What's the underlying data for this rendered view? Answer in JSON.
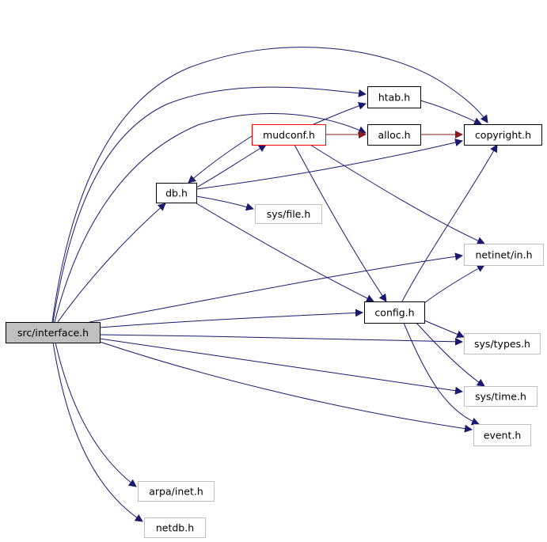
{
  "graph": {
    "colors": {
      "edge": "#191970",
      "edge_alt": "#8b1a1a",
      "border_default": "#000000",
      "border_system": "#bfbfbf",
      "border_highlight": "#ff0000",
      "fill_root": "#bfbfbf",
      "fill_default": "#ffffff"
    },
    "nodes": [
      {
        "id": "src_interface_h",
        "label": "src/interface.h",
        "style": "root"
      },
      {
        "id": "db_h",
        "label": "db.h",
        "style": "default"
      },
      {
        "id": "mudconf_h",
        "label": "mudconf.h",
        "style": "highlight"
      },
      {
        "id": "htab_h",
        "label": "htab.h",
        "style": "default"
      },
      {
        "id": "alloc_h",
        "label": "alloc.h",
        "style": "default"
      },
      {
        "id": "copyright_h",
        "label": "copyright.h",
        "style": "default"
      },
      {
        "id": "sys_file_h",
        "label": "sys/file.h",
        "style": "system"
      },
      {
        "id": "netinet_in_h",
        "label": "netinet/in.h",
        "style": "system"
      },
      {
        "id": "config_h",
        "label": "config.h",
        "style": "default"
      },
      {
        "id": "sys_types_h",
        "label": "sys/types.h",
        "style": "system"
      },
      {
        "id": "sys_time_h",
        "label": "sys/time.h",
        "style": "system"
      },
      {
        "id": "event_h",
        "label": "event.h",
        "style": "system"
      },
      {
        "id": "arpa_inet_h",
        "label": "arpa/inet.h",
        "style": "system"
      },
      {
        "id": "netdb_h",
        "label": "netdb.h",
        "style": "system"
      }
    ],
    "edges": [
      {
        "from": "src_interface_h",
        "to": "copyright_h"
      },
      {
        "from": "src_interface_h",
        "to": "htab_h"
      },
      {
        "from": "src_interface_h",
        "to": "alloc_h"
      },
      {
        "from": "src_interface_h",
        "to": "db_h"
      },
      {
        "from": "src_interface_h",
        "to": "netinet_in_h"
      },
      {
        "from": "src_interface_h",
        "to": "config_h"
      },
      {
        "from": "src_interface_h",
        "to": "sys_types_h"
      },
      {
        "from": "src_interface_h",
        "to": "sys_time_h"
      },
      {
        "from": "src_interface_h",
        "to": "event_h"
      },
      {
        "from": "src_interface_h",
        "to": "arpa_inet_h"
      },
      {
        "from": "src_interface_h",
        "to": "netdb_h"
      },
      {
        "from": "db_h",
        "to": "mudconf_h"
      },
      {
        "from": "db_h",
        "to": "copyright_h"
      },
      {
        "from": "db_h",
        "to": "sys_file_h"
      },
      {
        "from": "db_h",
        "to": "config_h"
      },
      {
        "from": "mudconf_h",
        "to": "db_h"
      },
      {
        "from": "mudconf_h",
        "to": "htab_h"
      },
      {
        "from": "mudconf_h",
        "to": "alloc_h"
      },
      {
        "from": "mudconf_h",
        "to": "netinet_in_h"
      },
      {
        "from": "mudconf_h",
        "to": "config_h"
      },
      {
        "from": "htab_h",
        "to": "copyright_h"
      },
      {
        "from": "alloc_h",
        "to": "copyright_h"
      },
      {
        "from": "config_h",
        "to": "copyright_h"
      },
      {
        "from": "config_h",
        "to": "netinet_in_h"
      },
      {
        "from": "config_h",
        "to": "sys_types_h"
      },
      {
        "from": "config_h",
        "to": "sys_time_h"
      },
      {
        "from": "config_h",
        "to": "event_h"
      }
    ]
  }
}
